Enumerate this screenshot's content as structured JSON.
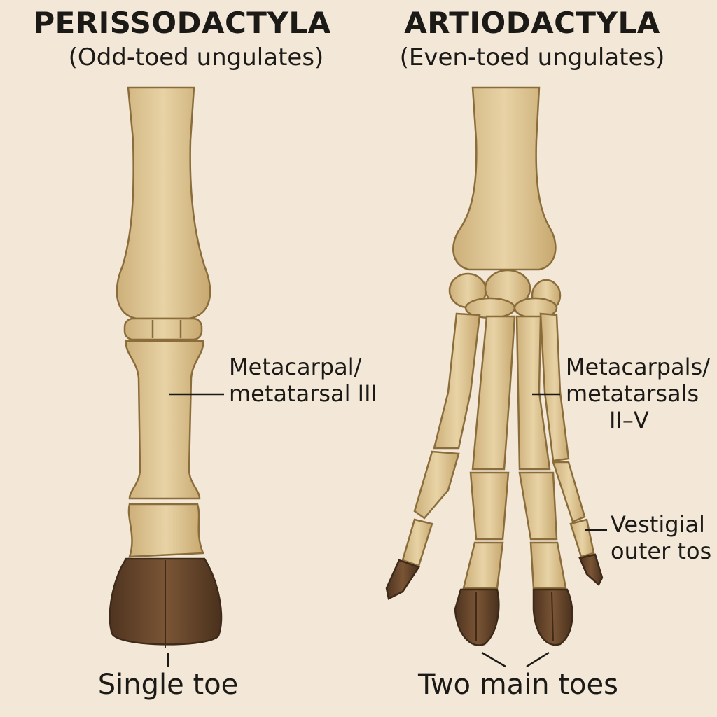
{
  "left_panel": {
    "title": "PERISSODACTYLA",
    "subtitle": "(Odd-toed ungulates)",
    "bone_label_line1": "Metacarpal/",
    "bone_label_line2": "metatarsal III",
    "toe_label": "Single toe"
  },
  "right_panel": {
    "title": "ARTIODACTYLA",
    "subtitle": "(Even-toed ungulates)",
    "bone_label_line1": "Metacarpals/",
    "bone_label_line2": "metatarsals",
    "bone_label_line3": "II–V",
    "vestigial_label_line1": "Vestigial",
    "vestigial_label_line2": "outer tos",
    "toe_label": "Two main toes"
  },
  "colors": {
    "background": "#f3e8d8",
    "bone_fill": "#e0c897",
    "bone_stroke": "#8a6d3b",
    "hoof_fill": "#6b4a2e",
    "hoof_stroke": "#3e2a18",
    "line": "#1c1a17"
  }
}
